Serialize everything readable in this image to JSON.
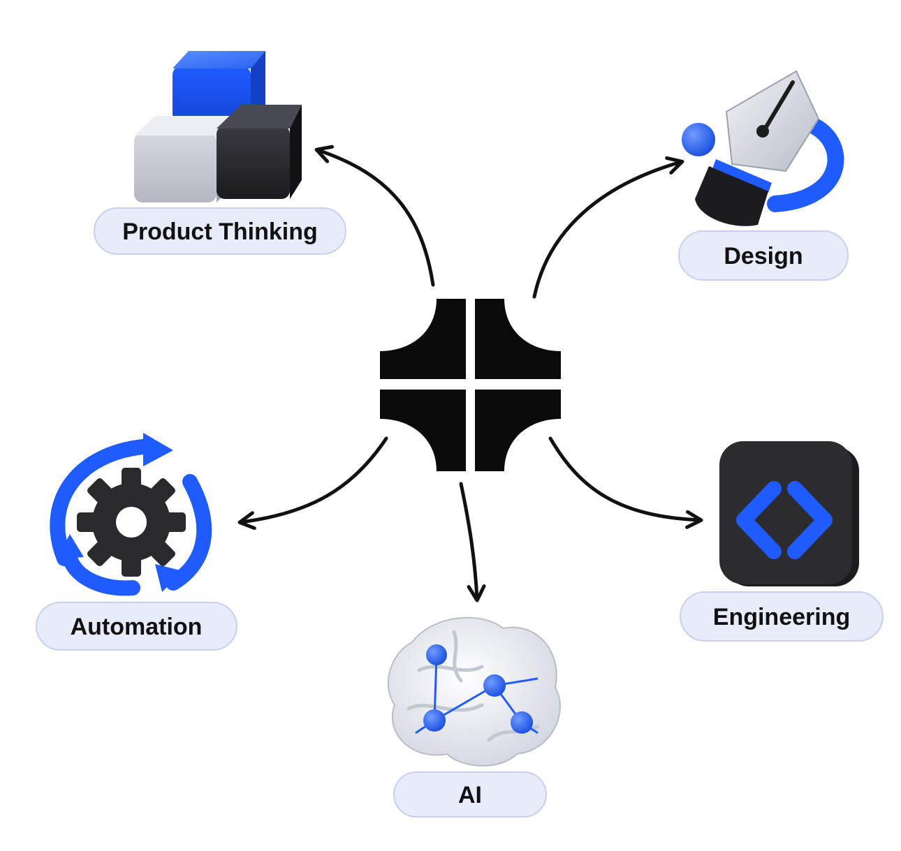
{
  "nodes": {
    "product_thinking": {
      "label": "Product Thinking"
    },
    "design": {
      "label": "Design"
    },
    "automation": {
      "label": "Automation"
    },
    "engineering": {
      "label": "Engineering"
    },
    "ai": {
      "label": "AI"
    }
  },
  "colors": {
    "accent_blue": "#1f5cff",
    "pill_fill": "#e7ebfa",
    "pill_border": "#c8d0f0",
    "dark": "#1c1c1e",
    "arrow": "#111111"
  }
}
